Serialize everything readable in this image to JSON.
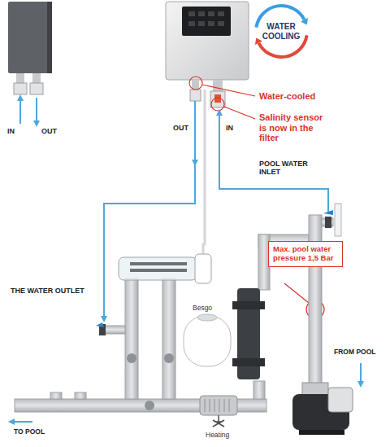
{
  "diagram": {
    "nodes": [
      {
        "text": [
          "WATER COOLING"
        ]
      },
      {
        "text": [
          "Max. pool water pressure 1,5 Bar"
        ]
      }
    ],
    "labels": [
      "IN",
      "OUT",
      "OUT",
      "IN",
      "Water-cooled",
      "Salinity sensor is now in the filter",
      "POOL WATER INLET",
      "THE WATER OUTLET",
      "Besgo",
      "FROM POOL",
      "TO POOL",
      "Heating"
    ]
  }
}
